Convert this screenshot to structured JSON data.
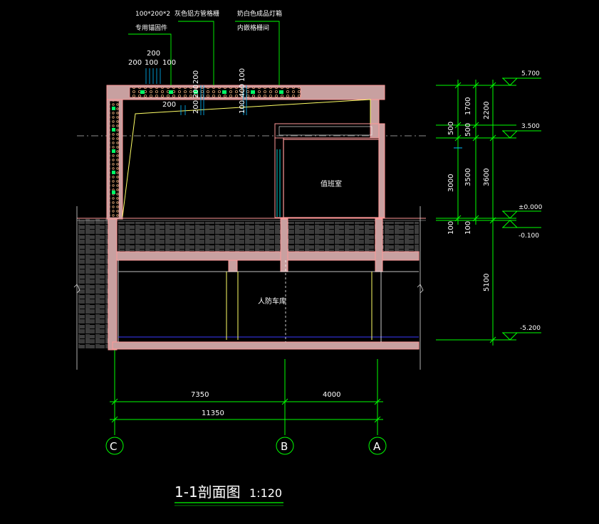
{
  "drawing": {
    "title": "1-1剖面图",
    "scale": "1:120"
  },
  "annotations": {
    "top_left_1": "100*200*2",
    "top_left_2": "专用锚固件",
    "top_mid_1": "灰色铝方管格栅",
    "top_right_1": "奶白色成品灯箱",
    "top_right_2": "内嵌格栅间"
  },
  "rooms": {
    "upper": "值班室",
    "lower": "人防车库"
  },
  "detail_dims": {
    "d200_top": "200",
    "d200_left": "200",
    "d100_a": "100",
    "d100_b": "100",
    "v200_a": "200",
    "v200_b": "200",
    "v100_a": "100",
    "v400": "400",
    "v100_b": "100",
    "side200": "200",
    "v200_c": "200"
  },
  "right_dims": {
    "c1_1700": "1700",
    "c1_500": "500",
    "c1_3000": "3000",
    "c1_100": "100",
    "c2_2200": "2200",
    "c2_500": "500",
    "c2_3500": "3500",
    "c2_100": "100",
    "c3_3600": "3600",
    "c3_5100": "5100"
  },
  "levels": {
    "l1": "5.700",
    "l2": "3.500",
    "l3": "±0.000",
    "l4": "-0.100",
    "l5": "-5.200"
  },
  "bottom_dims": {
    "span1": "7350",
    "span2": "4000",
    "total": "11350"
  },
  "axes": {
    "c": "C",
    "b": "B",
    "a": "A"
  },
  "colors": {
    "background": "#000000",
    "dimension": "#00ff00",
    "wall": "#ff9999",
    "wall_fill": "#c8a0a0",
    "hatch": "#a0a0a0",
    "leader": "#ffff66",
    "glass": "#00ffff",
    "text": "#ffffff",
    "centerline": "#bbbbbb"
  }
}
